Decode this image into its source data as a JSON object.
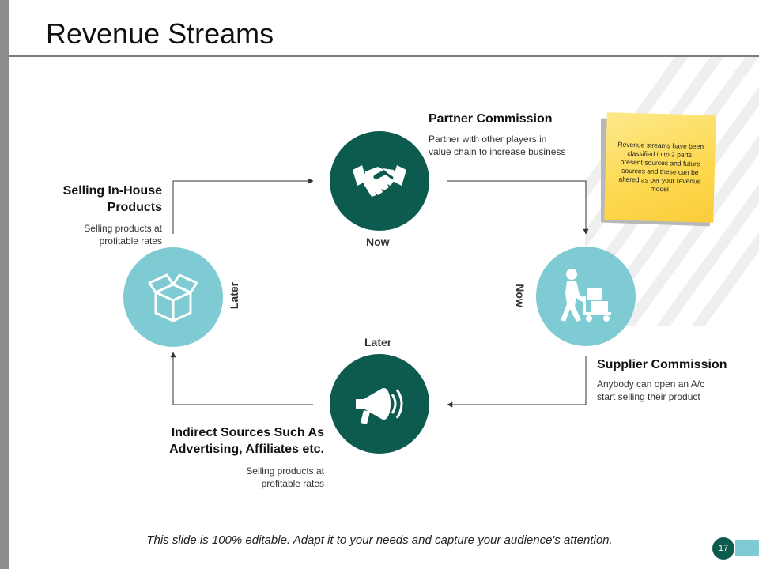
{
  "slide": {
    "title": "Revenue Streams",
    "footer": "This slide is 100% editable. Adapt it to your needs and capture your audience's attention.",
    "page_number": "17"
  },
  "streams": {
    "partner": {
      "title": "Partner Commission",
      "desc_line1": "Partner with other players in",
      "desc_line2": "value chain to increase business",
      "icon": "handshake-icon",
      "phase": "Now"
    },
    "supplier": {
      "title": "Supplier Commission",
      "desc_line1": "Anybody can open an A/c",
      "desc_line2": "start selling their product",
      "icon": "delivery-worker-icon",
      "phase": "Now"
    },
    "indirect": {
      "title_line1": "Indirect Sources Such As",
      "title_line2": "Advertising, Affiliates etc.",
      "desc_line1": "Selling products at",
      "desc_line2": "profitable rates",
      "icon": "megaphone-icon",
      "phase": "Later"
    },
    "inhouse": {
      "title_line1": "Selling In-House",
      "title_line2": "Products",
      "desc_line1": "Selling products at",
      "desc_line2": "profitable rates",
      "icon": "open-box-icon",
      "phase": "Later"
    }
  },
  "note": {
    "text": "Revenue streams have been classified in to 2 parts: present sources and future sources and these can be altered as per your revenue model"
  },
  "colors": {
    "dark_circle": "#0d5a4f",
    "light_circle": "#7ecbd3",
    "note": "#fdd84e"
  }
}
